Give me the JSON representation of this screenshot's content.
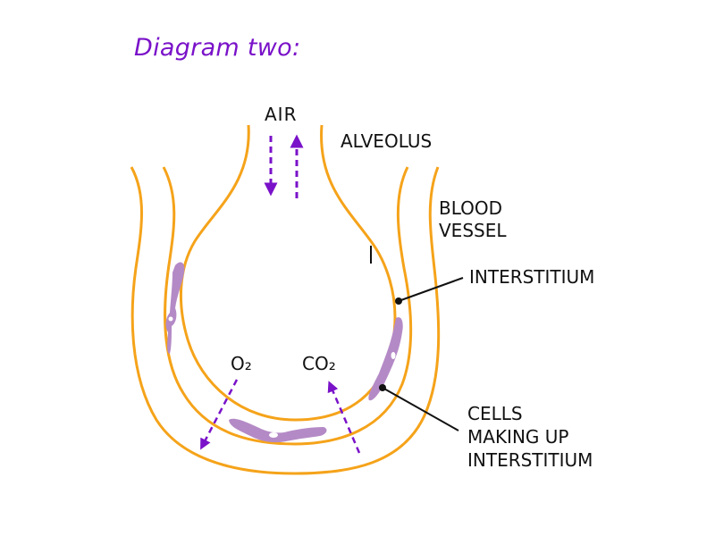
{
  "title": "Diagram two:",
  "colors": {
    "wall": "#f5a31a",
    "arrow": "#7a12c9",
    "cell": "#b48ac6",
    "text": "#111111",
    "title": "#7a12c9"
  },
  "labels": {
    "air": "AIR",
    "alveolus": "ALVEOLUS",
    "blood_vessel_line1": "BLOOD",
    "blood_vessel_line2": "VESSEL",
    "interstitium": "INTERSTITIUM",
    "cells_line1": "CELLS",
    "cells_line2": "MAKING UP",
    "cells_line3": "INTERSTITIUM",
    "o2": "O₂",
    "co2": "CO₂"
  },
  "arrows": [
    {
      "name": "air-in-arrow",
      "direction": "down"
    },
    {
      "name": "air-out-arrow",
      "direction": "up"
    },
    {
      "name": "o2-arrow",
      "direction": "down-left"
    },
    {
      "name": "co2-arrow",
      "direction": "up-left"
    }
  ]
}
